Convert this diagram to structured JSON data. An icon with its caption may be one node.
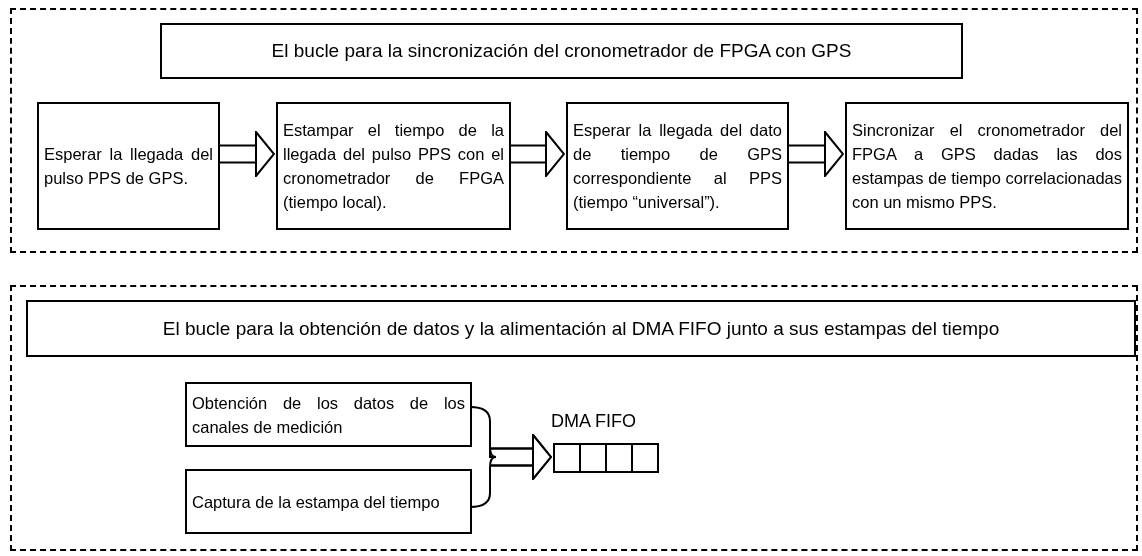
{
  "diagram": {
    "nodes": [
      {
        "text": [],
        "shape": "box"
      },
      {
        "text": [
          "El bucle para la sincronización del cronometrador de FPGA con GPS"
        ],
        "in": 0
      },
      {
        "text": [
          "Esperar la llegada del pulso PPS de GPS."
        ],
        "in": 0
      },
      {
        "text": [
          "Estampar el tiempo de la llegada del pulso PPS con el cronometrador de FPGA (tiempo local)."
        ],
        "in": 0
      },
      {
        "text": [
          "Esperar la llegada del dato de tiempo de GPS correspondiente al PPS (tiempo “universal”)."
        ],
        "in": 0
      },
      {
        "text": [
          "Sincronizar el cronometrador del FPGA a GPS dadas las dos estampas de tiempo correlacionadas con un mismo PPS."
        ],
        "in": 0
      },
      {
        "text": [],
        "shape": "box"
      },
      {
        "text": [
          "El bucle para la obtención de datos y la alimentación al DMA FIFO junto a sus estampas del tiempo"
        ],
        "in": 6
      },
      {
        "text": [
          "Obtención de los datos de los canales de medición"
        ],
        "in": 6
      },
      {
        "text": [
          "Captura de la estampa del tiempo"
        ],
        "in": 6
      },
      {
        "text": [
          "DMA FIFO"
        ],
        "in": 6
      }
    ],
    "edges": [
      {
        "from": 2,
        "to": 3,
        "arrow": "to"
      },
      {
        "from": 3,
        "to": 4,
        "arrow": "to"
      },
      {
        "from": 4,
        "to": 5,
        "arrow": "to"
      },
      {
        "from": 8,
        "to": 10,
        "arrow": "to"
      },
      {
        "from": 9,
        "to": 10,
        "arrow": "to"
      }
    ]
  }
}
